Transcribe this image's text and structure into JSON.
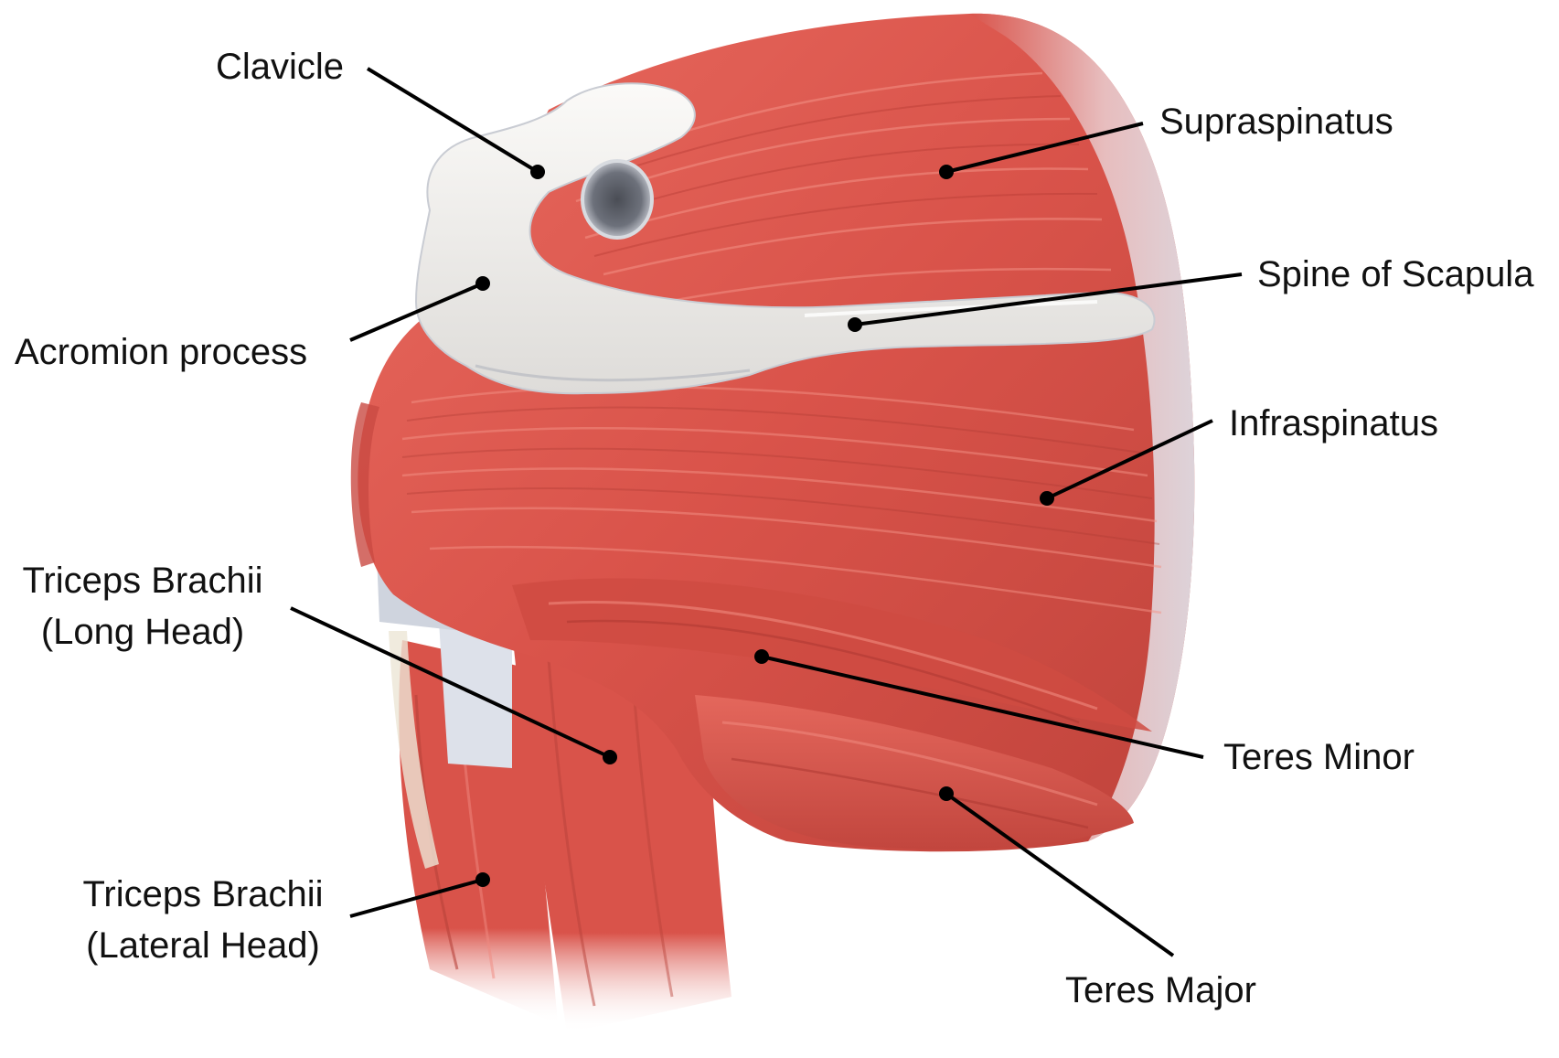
{
  "labels": {
    "clavicle": "Clavicle",
    "supraspinatus": "Supraspinatus",
    "spine_of_scapula": "Spine of Scapula",
    "acromion_process": "Acromion process",
    "infraspinatus": "Infraspinatus",
    "triceps_long": [
      "Triceps Brachii",
      "(Long Head)"
    ],
    "teres_minor": "Teres Minor",
    "triceps_lateral": [
      "Triceps Brachii",
      "(Lateral Head)"
    ],
    "teres_major": "Teres Major"
  },
  "colors": {
    "muscle": "#d9534a",
    "muscle_light": "#ec7a6e",
    "muscle_dark": "#b43a33",
    "bone": "#f3f1ee",
    "bone_shadow": "#c9ccd3",
    "leader_line": "#000000"
  }
}
